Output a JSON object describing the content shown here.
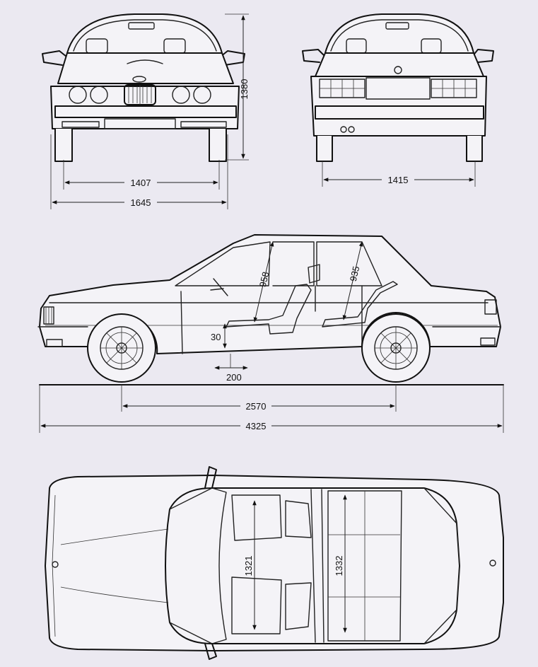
{
  "dimensions": {
    "front_track": "1407",
    "overall_width": "1645",
    "overall_height": "1380",
    "rear_track": "1415",
    "front_headroom": "958",
    "rear_headroom": "935",
    "seat_height": "30",
    "seat_travel": "200",
    "wheelbase": "2570",
    "overall_length": "4325",
    "front_shoulder_width": "1321",
    "rear_shoulder_width": "1332"
  }
}
